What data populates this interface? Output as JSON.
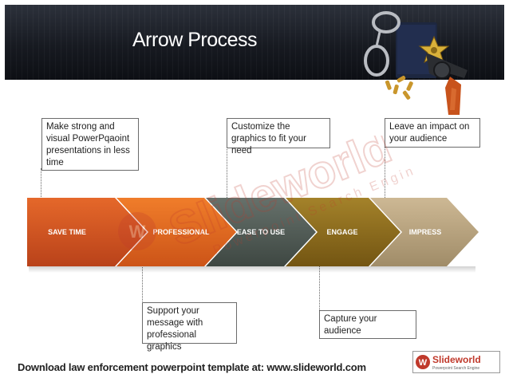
{
  "header": {
    "title": "Arrow Process"
  },
  "steps": [
    {
      "label": "SAVE TIME",
      "color": "#d4541e"
    },
    {
      "label": "PROFESSIONAL",
      "color": "#e0651c"
    },
    {
      "label": "EASE TO USE",
      "color": "#4f5a55"
    },
    {
      "label": "ENGAGE",
      "color": "#8a6a1c"
    },
    {
      "label": "IMPRESS",
      "color": "#b8a27e"
    }
  ],
  "callouts": {
    "save_time": "Make strong and visual PowerPqaoint presentations in less time",
    "professional": "Support your message with professional graphics",
    "ease": "Customize the graphics to fit your need",
    "engage": "Capture your audience",
    "impress": "Leave an impact on your audience"
  },
  "watermark": {
    "brand": "Slideworld",
    "tagline": "Powerpoint Search Engine"
  },
  "footer": {
    "text": "Download law enforcement powerpoint template at: www.slideworld.com",
    "logo_brand": "Slideworld",
    "logo_tagline": "Powerpoint Search Engine"
  },
  "icons": [
    "handcuffs-icon",
    "badge-icon",
    "revolver-icon",
    "bullets-icon"
  ]
}
